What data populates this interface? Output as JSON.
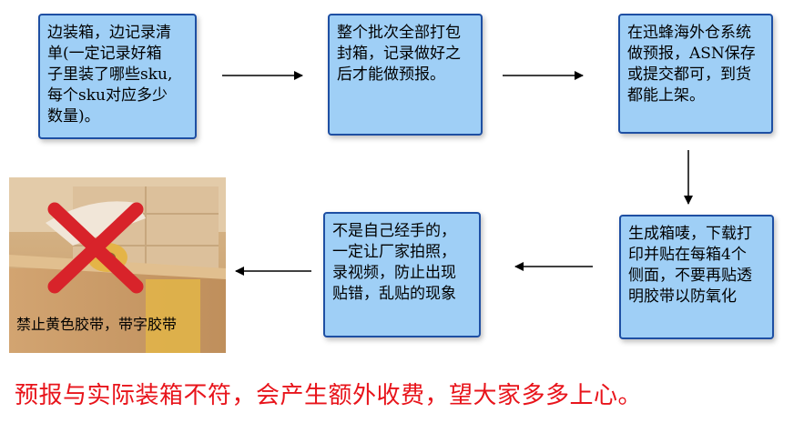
{
  "steps": [
    {
      "text": "边装箱，边记录清\n单(一定记录好箱\n子里装了哪些sku,\n每个sku对应多少\n数量)。"
    },
    {
      "text": "整个批次全部打包\n封箱，记录做好之\n后才能做预报。"
    },
    {
      "text": "在迅蜂海外仓系统\n做预报，ASN保存\n或提交都可，到货\n都能上架。"
    },
    {
      "text": "生成箱唛，下载打\n印并贴在每箱4个\n侧面，不要再贴透\n明胶带以防氧化"
    },
    {
      "text": "不是自己经手的，\n一定让厂家拍照，\n录视频，防止出现\n贴错，乱贴的现象"
    }
  ],
  "photo": {
    "caption": "禁止黄色胶带，带字胶带",
    "icon": "red-x-prohibited-icon"
  },
  "warning": "预报与实际装箱不符，会产生额外收费，望大家多多上心。",
  "colors": {
    "box_fill": "#9fcff6",
    "box_border": "#1e4fa3",
    "warning_text": "#e8141b",
    "cross": "#d8232a"
  }
}
